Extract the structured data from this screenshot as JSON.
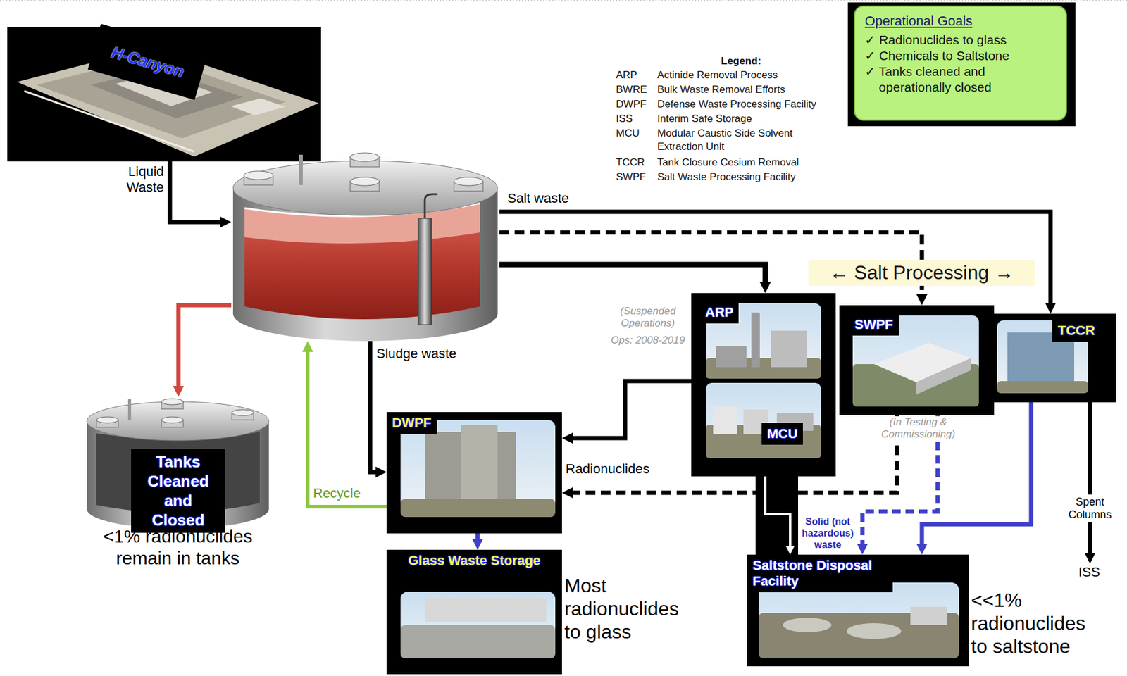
{
  "diagram": {
    "nodes": [
      {
        "text": [
          "H-Canyon"
        ]
      },
      {
        "text": []
      },
      {
        "text": [
          "Operational Goals",
          "✓ Radionuclides to glass",
          "✓ Chemicals to Saltstone",
          "✓ Tanks cleaned and operationally closed"
        ]
      },
      {
        "text": [
          "ARP"
        ]
      },
      {
        "text": [
          "SWPF"
        ]
      },
      {
        "text": [
          "TCCR"
        ]
      },
      {
        "text": [
          "MCU"
        ]
      },
      {
        "text": [
          "Tanks Cleaned and Closed",
          "<1% radionuclides remain in tanks"
        ]
      },
      {
        "text": [
          "DWPF"
        ]
      },
      {
        "text": [
          "Glass Waste Storage",
          "Most radionuclides to glass"
        ]
      },
      {
        "text": [
          "Saltstone Disposal Facility",
          "<<1% radionuclides to saltstone"
        ]
      },
      {
        "text": [
          "ISS"
        ]
      }
    ],
    "edges": [
      {
        "from": 0,
        "to": 1,
        "label": "Liquid Waste",
        "arrow": "to"
      },
      {
        "from": 1,
        "to": 5,
        "label": "Salt waste",
        "arrow": "to"
      },
      {
        "from": 1,
        "to": 4,
        "arrow": "to"
      },
      {
        "from": 1,
        "to": 3,
        "arrow": "to"
      },
      {
        "from": 1,
        "to": 7,
        "arrow": "to"
      },
      {
        "from": 1,
        "to": 8,
        "label": "Sludge waste",
        "arrow": "to"
      },
      {
        "from": 8,
        "to": 1,
        "label": "Recycle",
        "arrow": "to"
      },
      {
        "from": 3,
        "to": 8,
        "label": "Radionuclides",
        "arrow": "to"
      },
      {
        "from": 4,
        "to": 8,
        "arrow": "to"
      },
      {
        "from": 8,
        "to": 9,
        "arrow": "to"
      },
      {
        "from": 6,
        "to": 10,
        "label": "Solid (not hazardous) waste",
        "arrow": "to"
      },
      {
        "from": 4,
        "to": 10,
        "arrow": "to"
      },
      {
        "from": 5,
        "to": 10,
        "arrow": "to"
      },
      {
        "from": 5,
        "to": 11,
        "label": "Spent Columns",
        "arrow": "to"
      }
    ],
    "labels": [
      "Legend:",
      "ARP",
      "Actinide Removal Process",
      "BWRE",
      "Bulk Waste Removal Efforts",
      "DWPF",
      "Defense Waste Processing Facility",
      "ISS",
      "Interim Safe Storage",
      "MCU",
      "Modular Caustic Side Solvent Extraction Unit",
      "TCCR",
      "Tank Closure Cesium Removal",
      "SWPF",
      "Salt Waste Processing Facility",
      "← Salt Processing →",
      "(Suspended Operations)",
      "Ops: 2008-2019",
      "(In Testing & Commissioning)"
    ]
  }
}
